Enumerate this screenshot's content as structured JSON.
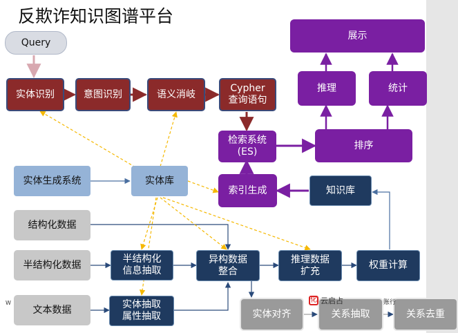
{
  "title": "反欺诈知识图谱平台",
  "nodes": {
    "query": "Query",
    "entity_recognition": "实体识别",
    "intent_recognition": "意图识别",
    "semantic_disambiguation": "语义消岐",
    "cypher_query": [
      "Cypher",
      "查询语句"
    ],
    "search_system": [
      "检索系统",
      "(ES)"
    ],
    "ranking": "排序",
    "reasoning": "推理",
    "statistics": "统计",
    "display": "展示",
    "index_generation": "索引生成",
    "knowledge_base": "知识库",
    "entity_generation_system": "实体生成系统",
    "entity_library": "实体库",
    "structured_data": "结构化数据",
    "semistructured_data": "半结构化数据",
    "text_data": "文本数据",
    "semistructured_extraction": [
      "半结构化",
      "信息抽取"
    ],
    "entity_attribute_extraction": [
      "实体抽取",
      "属性抽取"
    ],
    "heterogeneous_integration": [
      "异构数据",
      "整合"
    ],
    "reasoning_expansion": [
      "推理数据",
      "扩充"
    ],
    "weight_calculation": "权重计算",
    "entity_alignment": "实体对齐",
    "relation_extraction": "关系抽取",
    "relation_dedup": "关系去重"
  },
  "fragments": {
    "logo_glyph": "化",
    "logo_text": "云启占",
    "edge_text": "账行",
    "left_mark": "W"
  },
  "colors": {
    "red_node": "#8b2a2a",
    "purple_node": "#7a1fa2",
    "light_blue_node": "#95b3d7",
    "gray_node": "#c8c8c8",
    "navy_node": "#1f3a5f",
    "dashed_arrow": "#f5b800"
  }
}
